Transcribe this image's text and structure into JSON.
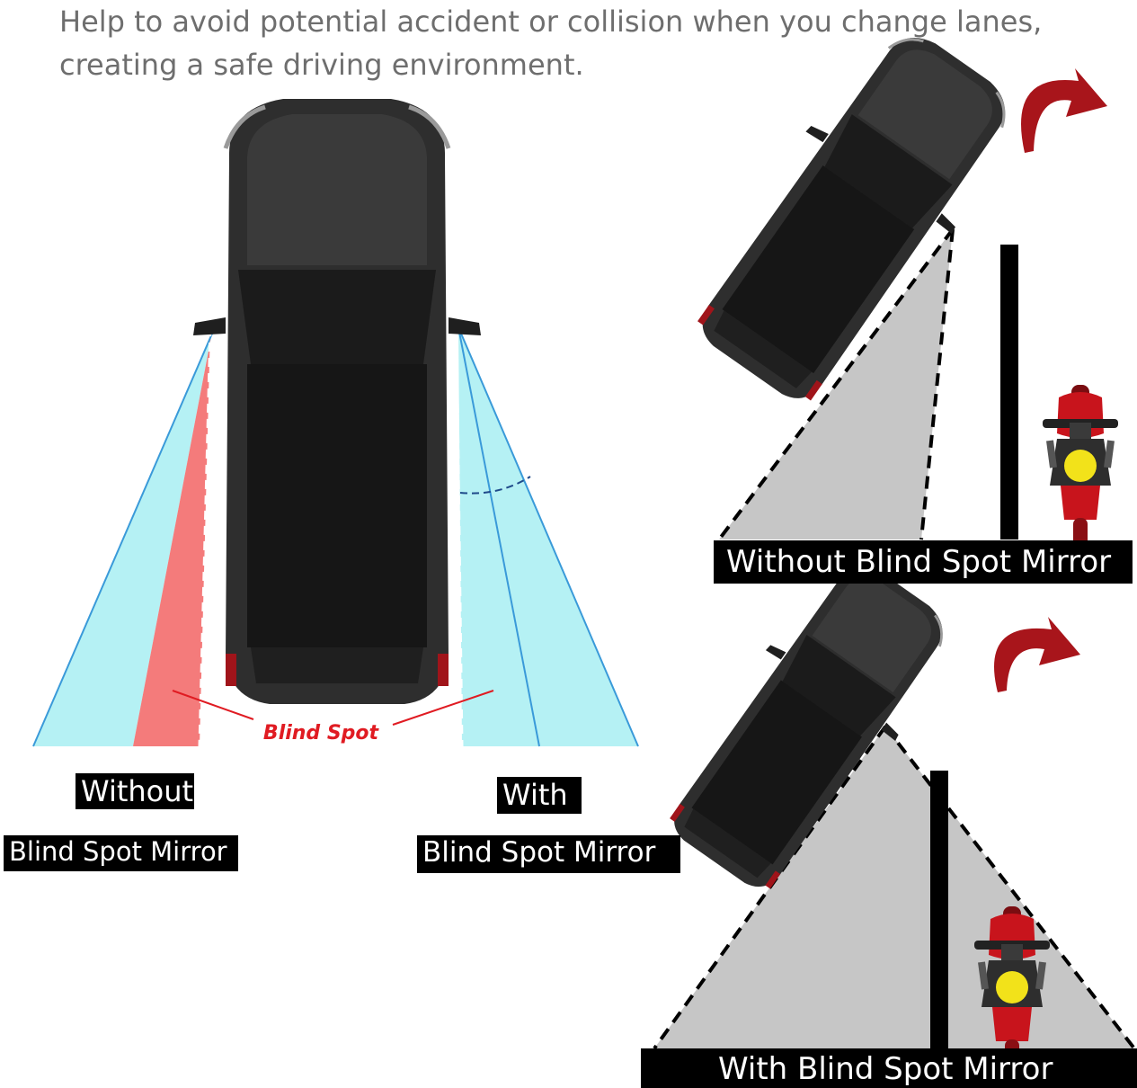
{
  "headline": "Help to avoid potential accident or collision when you change lanes, creating a safe driving environment.",
  "labels": {
    "blind_spot": "Blind Spot",
    "left_without": "Without",
    "left_without_sub": "Blind Spot Mirror",
    "left_with": "With",
    "left_with_sub": "Blind Spot Mirror",
    "panel_top": "Without Blind Spot Mirror",
    "panel_bottom": "With Blind Spot Mirror"
  },
  "colors": {
    "blind_zone": "#f47b7b",
    "mirror_view": "#b5f1f4",
    "mirror_edge": "#3a9ad9",
    "car_body": "#2e2e2e",
    "arrow": "#a8151b",
    "view_cone": "#c6c6c6",
    "rider": "#c8141c",
    "helmet": "#f2e21a"
  }
}
